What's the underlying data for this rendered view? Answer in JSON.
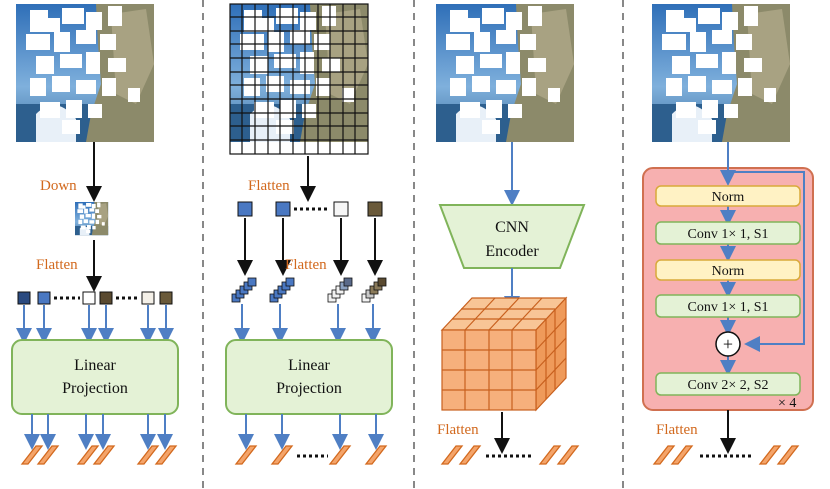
{
  "panels": [
    {
      "id": "downsample",
      "labels": {
        "down": "Down",
        "flatten": "Flatten"
      },
      "block": {
        "line1": "Linear",
        "line2": "Projection"
      }
    },
    {
      "id": "grid-patch",
      "labels": {
        "flatten_top": "Flatten",
        "flatten_mid": "Flatten"
      },
      "block": {
        "line1": "Linear",
        "line2": "Projection"
      }
    },
    {
      "id": "cnn",
      "encoder": {
        "line1": "CNN",
        "line2": "Encoder"
      },
      "labels": {
        "flatten": "Flatten"
      }
    },
    {
      "id": "conv-stem",
      "stack": [
        "Norm",
        "Conv 1× 1, S1",
        "Norm",
        "Conv 1× 1, S1",
        "Conv 2× 2, S2"
      ],
      "repeat": "× 4",
      "plus": "+",
      "labels": {
        "flatten": "Flatten"
      }
    }
  ],
  "colors": {
    "arrow_blue": "#4f7fc4",
    "patch_blue": "#4a78c2",
    "token_orange": "#f4a46a",
    "token_stroke": "#d2691e",
    "block_green_fill": "#e4f2d6",
    "block_green_stroke": "#80b45a",
    "norm_fill": "#fff2c4",
    "norm_stroke": "#d9a93a",
    "stem_bg": "#f7b0b0",
    "stem_stroke": "#d07050",
    "cube_fill": "#f6b07c"
  }
}
